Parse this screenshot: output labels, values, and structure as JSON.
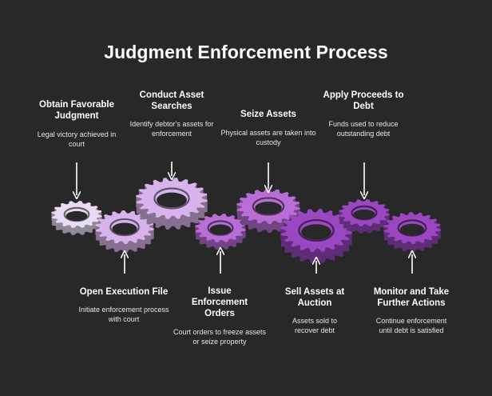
{
  "title": "Judgment Enforcement Process",
  "steps": [
    {
      "heading": "Obtain Favorable Judgment",
      "description": "Legal victory achieved in court"
    },
    {
      "heading": "Open Execution File",
      "description": "Initiate enforcement process with court"
    },
    {
      "heading": "Conduct Asset Searches",
      "description": "Identify debtor's assets for enforcement"
    },
    {
      "heading": "Issue Enforcement Orders",
      "description": "Court orders to freeze assets or seize property"
    },
    {
      "heading": "Seize Assets",
      "description": "Physical assets are taken into custody"
    },
    {
      "heading": "Sell Assets at Auction",
      "description": "Assets sold to recover debt"
    },
    {
      "heading": "Apply Proceeds to Debt",
      "description": "Funds used to reduce outstanding debt"
    },
    {
      "heading": "Monitor and Take Further Actions",
      "description": "Continue enforcement until debt is satisfied"
    }
  ],
  "colors": {
    "background": "#282828",
    "gear_light": "#e9dcf2",
    "gear_mid": "#d9b3ec",
    "gear_purple": "#b86ed6",
    "gear_deep": "#9a48c2",
    "arrow": "#ffffff"
  }
}
